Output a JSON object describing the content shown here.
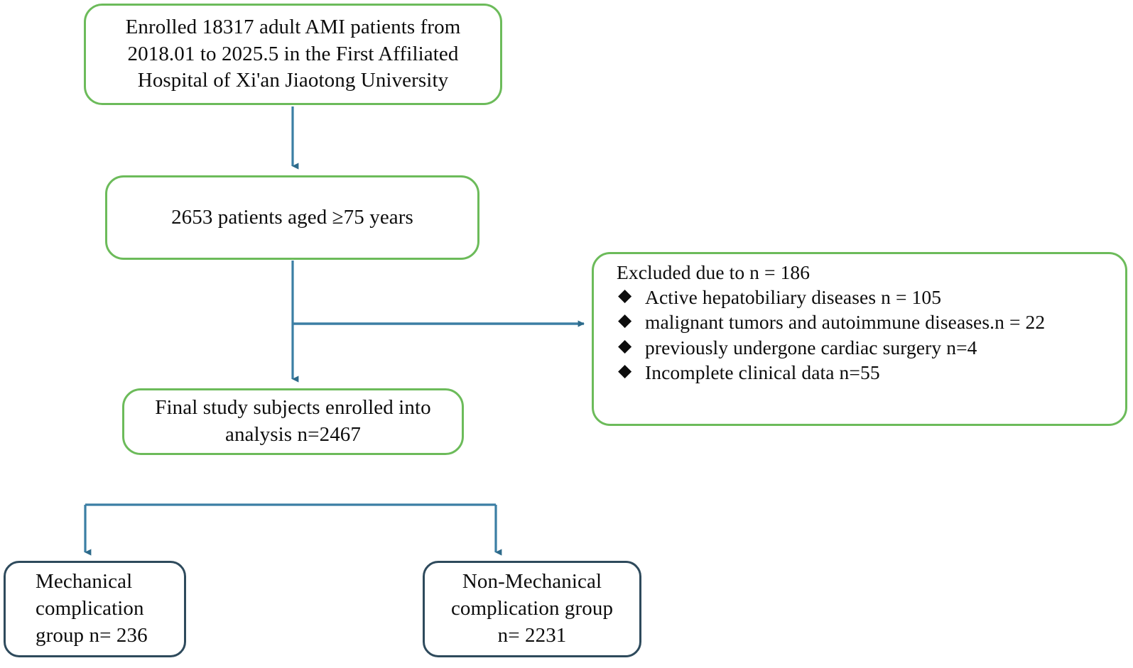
{
  "diagram": {
    "title": "Patient enrollment flow diagram",
    "colors": {
      "box_border_green": "#6cbb5a",
      "box_border_navy": "#2e4a5c",
      "connector": "#3b7ea4",
      "arrowhead": "#2d6a8a",
      "text": "#0d0d0d",
      "background": "#ffffff"
    },
    "nodes": {
      "enrolled": {
        "lines": [
          "Enrolled 18317 adult AMI patients from",
          "2018.01 to 2025.5 in the First Affiliated",
          "Hospital of Xi'an Jiaotong University"
        ]
      },
      "aged": {
        "lines": [
          "2653 patients aged ≥75 years"
        ]
      },
      "excluded": {
        "heading": "Excluded due to n = 186",
        "bullet_glyph": "◆",
        "items": [
          "Active hepatobiliary diseases n = 105",
          "malignant tumors and autoimmune diseases.n = 22",
          "previously undergone cardiac surgery n=4",
          "Incomplete clinical data n=55"
        ]
      },
      "final": {
        "lines": [
          "Final study subjects enrolled into",
          "analysis n=2467"
        ]
      },
      "mechanical": {
        "lines": [
          "Mechanical",
          "complication",
          "group   n= 236"
        ]
      },
      "non_mechanical": {
        "lines": [
          "Non-Mechanical",
          "complication group",
          "n= 2231"
        ]
      }
    }
  }
}
